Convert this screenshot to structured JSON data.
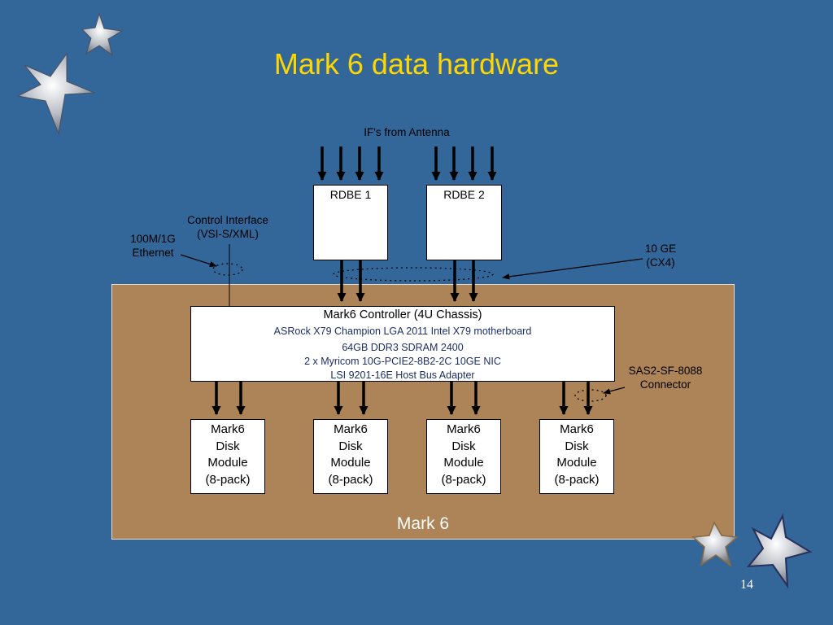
{
  "slide": {
    "title": "Mark 6 data hardware",
    "page_number": "14"
  },
  "labels": {
    "ifs_from_antenna": "IF's from Antenna",
    "control_interface_line1": "Control Interface",
    "control_interface_line2": "(VSI-S/XML)",
    "ethernet_line1": "100M/1G",
    "ethernet_line2": "Ethernet",
    "ten_ge_line1": "10 GE",
    "ten_ge_line2": "(CX4)",
    "sas_line1": "SAS2-SF-8088",
    "sas_line2": "Connector",
    "mark6": "Mark 6"
  },
  "rdbe": [
    "RDBE 1",
    "RDBE 2"
  ],
  "controller": {
    "title": "Mark6 Controller (4U Chassis)",
    "specs": [
      "ASRock X79 Champion LGA 2011 Intel X79  motherboard",
      "64GB DDR3 SDRAM 2400",
      "2 x Myricom 10G-PCIE2-8B2-2C 10GE NIC",
      "LSI 9201-16E Host Bus Adapter"
    ]
  },
  "disk_modules": [
    [
      "Mark6",
      "Disk",
      "Module",
      "(8-pack)"
    ],
    [
      "Mark6",
      "Disk",
      "Module",
      "(8-pack)"
    ],
    [
      "Mark6",
      "Disk",
      "Module",
      "(8-pack)"
    ],
    [
      "Mark6",
      "Disk",
      "Module",
      "(8-pack)"
    ]
  ],
  "colors": {
    "background": "#336699",
    "title": "#FFD700",
    "chassis": "#AD8358",
    "spec_text": "#1d2f66"
  },
  "decorations": [
    "star-icon",
    "star-icon",
    "star-icon",
    "star-icon"
  ]
}
